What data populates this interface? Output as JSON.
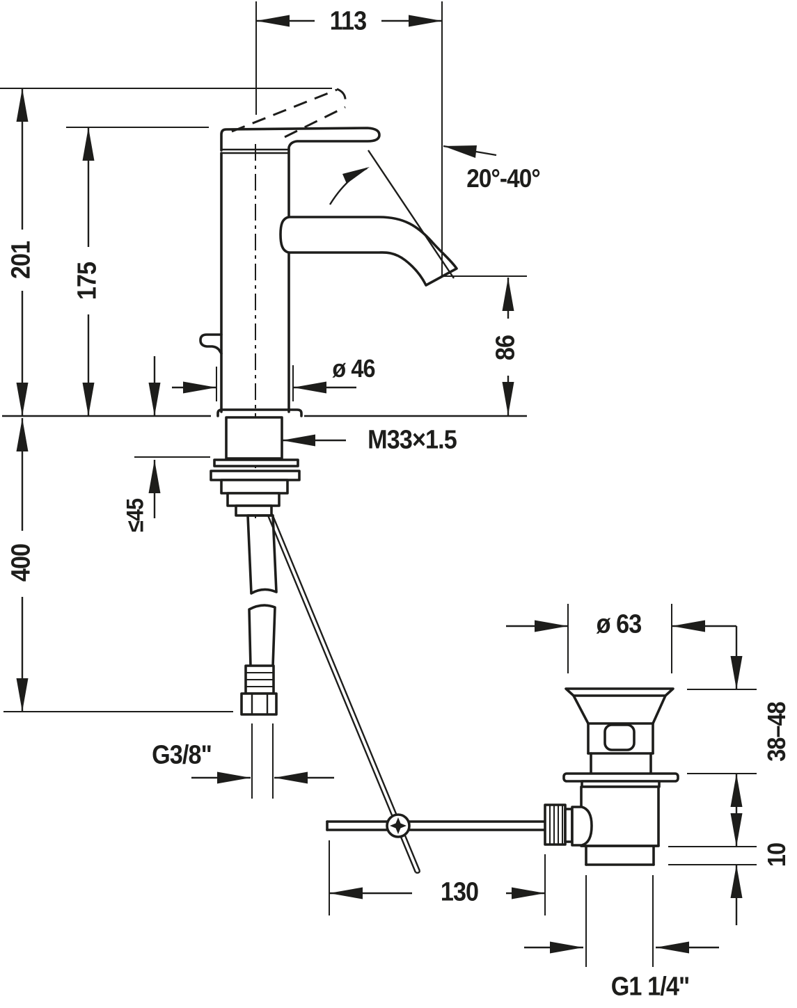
{
  "drawing": {
    "kind": "technical dimension drawing",
    "line_color": "#1d1d1b",
    "background_color": "#ffffff"
  },
  "labels": {
    "d113": "113",
    "angle_range": "20°-40°",
    "d201": "201",
    "d175": "175",
    "dia46": "ø 46",
    "thread_m33": "M33×1.5",
    "d86": "86",
    "max45": "≤45",
    "d400": "400",
    "thread_g38": "G3/8\"",
    "dia63": "ø 63",
    "range_3848": "38–48",
    "d10": "10",
    "d130": "130",
    "thread_g114": "G1 1/4\""
  }
}
